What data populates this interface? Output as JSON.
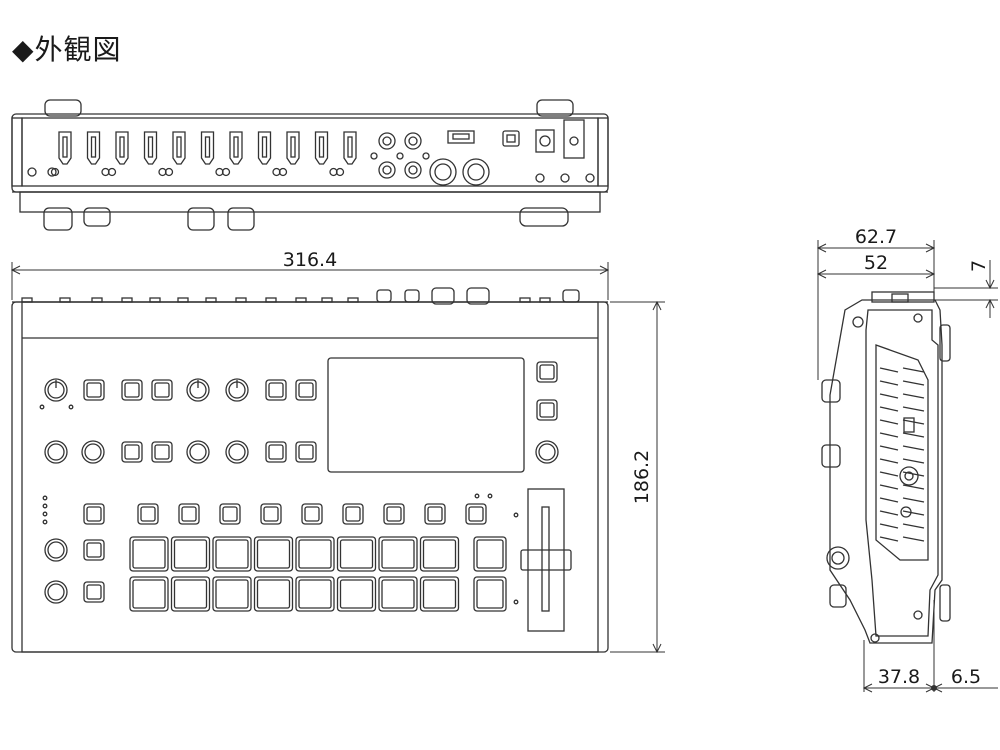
{
  "title": "◆外観図",
  "dimensions": {
    "width": "316.4",
    "height": "186.2",
    "side_total_depth": "62.7",
    "side_depth": "52",
    "side_top_offset": "7",
    "side_bottom_depth": "37.8",
    "side_bottom_offset": "6.5"
  },
  "colors": {
    "line": "#333333",
    "panel": "#ffffff",
    "screen": "#f2f2f2"
  }
}
